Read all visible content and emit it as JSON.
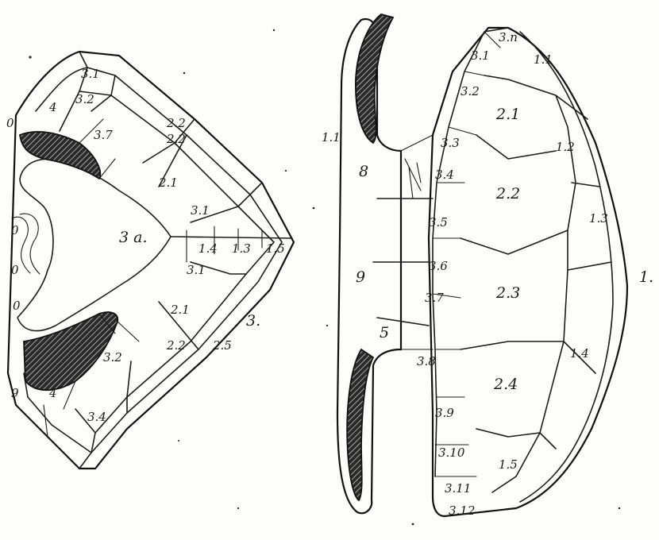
{
  "plate": {
    "figure_labels": {
      "fig1": "1.",
      "fig3": "3."
    },
    "shell_labels": {
      "nuchal": "3.n",
      "marg1": "3.1",
      "marg2": "3.2",
      "marg3": "3.3",
      "marg4": "3.4",
      "marg5": "3.5",
      "marg6": "3.6",
      "marg7": "3.7",
      "marg8": "3.8",
      "marg9": "3.9",
      "marg10": "3.10",
      "marg11": "3.11",
      "marg12": "3.12",
      "vert1": "1.1",
      "vert2": "1.2",
      "vert3": "1.3",
      "vert4": "1.4",
      "vert5": "1.5",
      "cost1": "2.1",
      "cost2": "2.2",
      "cost3": "2.3",
      "cost4": "2.4",
      "bridge8": "8",
      "bridge9": "9",
      "bridge5": "5",
      "mark11": "1.1"
    },
    "plastron_labels": {
      "center": "3 a.",
      "p4top": "4",
      "p4bot": "4",
      "p0a": "0",
      "p0b": "0",
      "p0c": "0",
      "p0d": "0",
      "p9": "9",
      "a1": "3.1",
      "a2": "3.2",
      "a3": "2.2",
      "a4": "2.1",
      "a5": "3.1",
      "a6": "1.4",
      "a7": "1.3",
      "a8": "1.5",
      "b1": "3.1",
      "b2": "2.1",
      "b3": "2.5",
      "b4": "2.2",
      "b5": "3.2",
      "b6": "3.4",
      "c1": "3.7",
      "c2": "2.2"
    }
  }
}
